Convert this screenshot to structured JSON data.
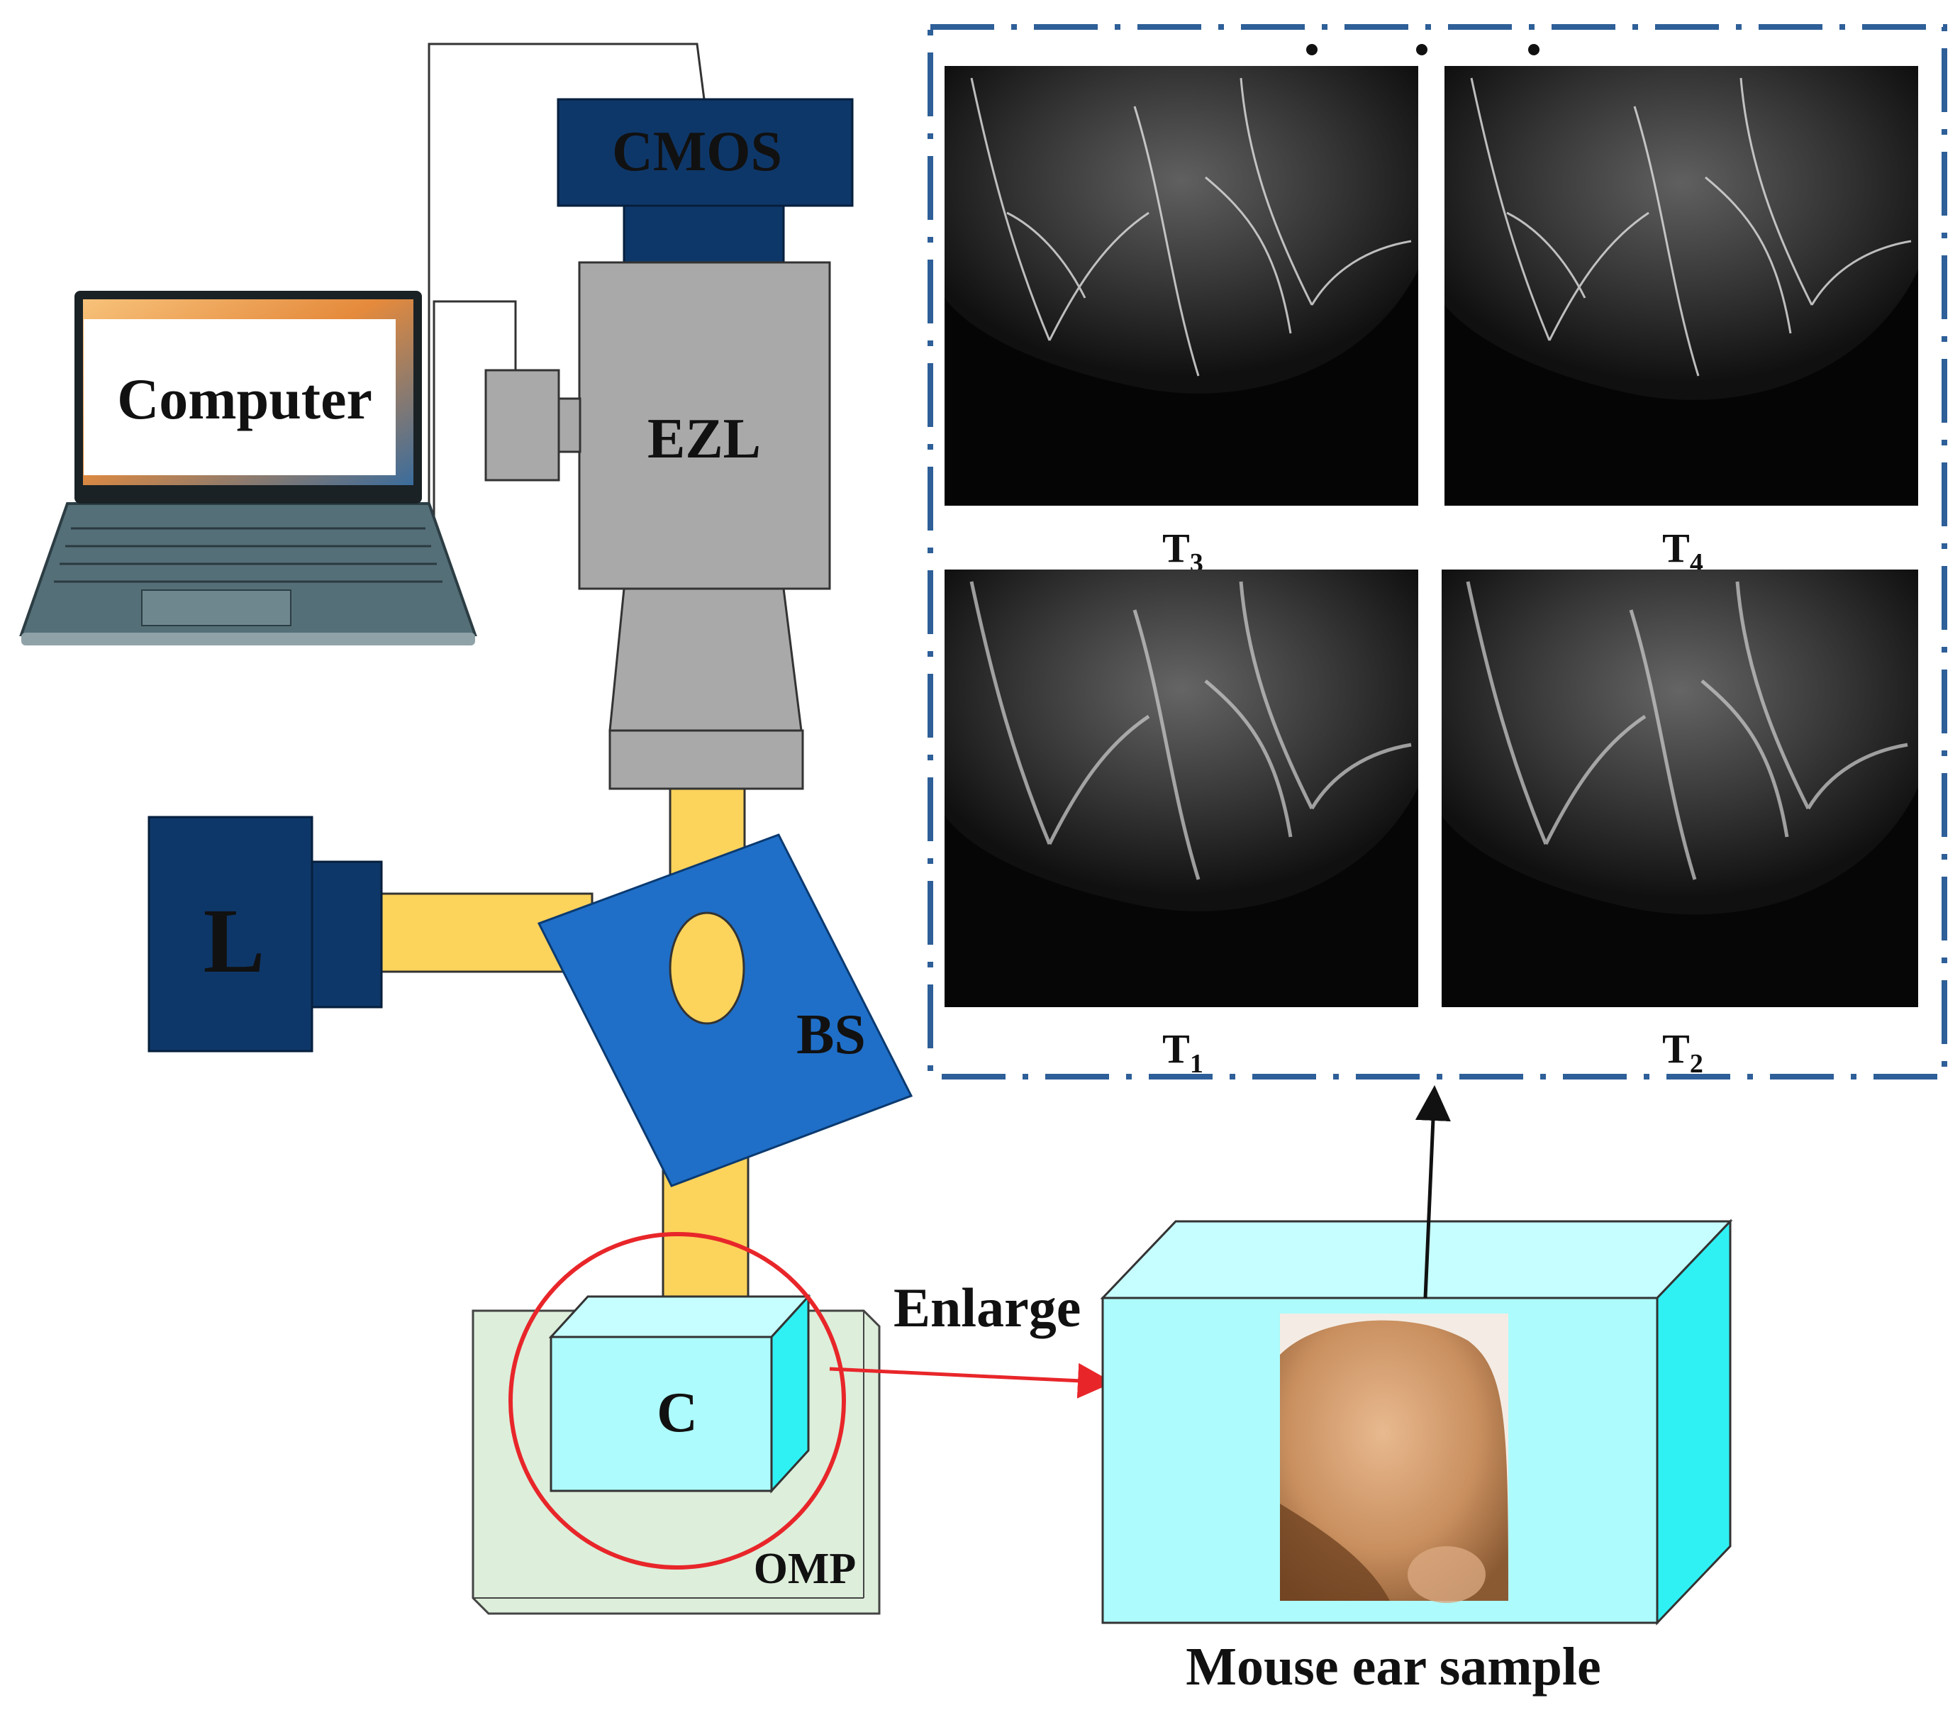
{
  "labels": {
    "computer": "Computer",
    "cmos": "CMOS",
    "ezl": "EZL",
    "light_source": "L",
    "beam_splitter": "BS",
    "chamber": "C",
    "platform": "OMP",
    "enlarge": "Enlarge",
    "sample_caption": "Mouse ear sample"
  },
  "panels": [
    {
      "base": "T",
      "sub": "3"
    },
    {
      "base": "T",
      "sub": "4"
    },
    {
      "base": "T",
      "sub": "1"
    },
    {
      "base": "T",
      "sub": "2"
    }
  ],
  "colors": {
    "navy": "#0e3769",
    "gray": "#a9a9a9",
    "yellow": "#fcd35b",
    "blue": "#1f6fc8",
    "cyan": "#adfbfc",
    "cyan_dark": "#2ff1f4",
    "green": "#ddeedb",
    "red": "#e8262a",
    "frame": "#2e5f98"
  }
}
